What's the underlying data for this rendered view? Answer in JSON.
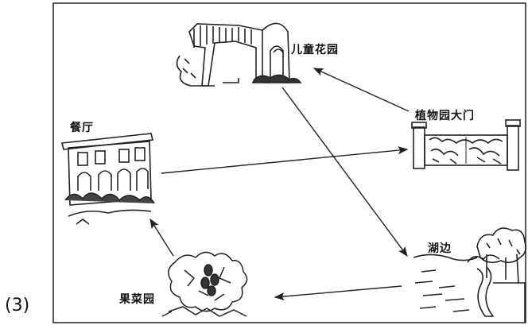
{
  "problem_number": "(3)",
  "locations": {
    "children_garden": "儿童花园",
    "garden_gate": "植物园大门",
    "restaurant": "餐厅",
    "lakeside": "湖边",
    "orchard": "果菜园"
  },
  "route": [
    {
      "from": "植物园大门",
      "to": "儿童花园"
    },
    {
      "from": "儿童花园",
      "to": "湖边"
    },
    {
      "from": "湖边",
      "to": "果菜园"
    },
    {
      "from": "果菜园",
      "to": "餐厅"
    },
    {
      "from": "餐厅",
      "to": "植物园大门"
    }
  ],
  "colors": {
    "line": "#222222",
    "background": "#ffffff"
  }
}
